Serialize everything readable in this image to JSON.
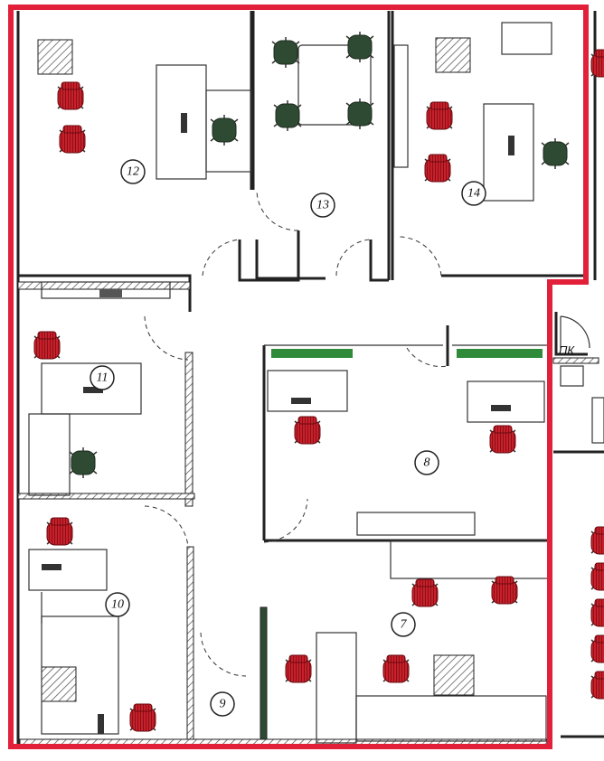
{
  "plan": {
    "rooms": [
      {
        "number": "12"
      },
      {
        "number": "13"
      },
      {
        "number": "14"
      },
      {
        "number": "11"
      },
      {
        "number": "8"
      },
      {
        "number": "10"
      },
      {
        "number": "7"
      },
      {
        "number": "9"
      }
    ],
    "utility_label": "ПК"
  },
  "colors": {
    "highlight_border": "#e2203a",
    "red_chair": "#c8202a",
    "green_chair": "#2f4a33",
    "plant_strip": "#2f8a3a",
    "wall": "#222222"
  }
}
